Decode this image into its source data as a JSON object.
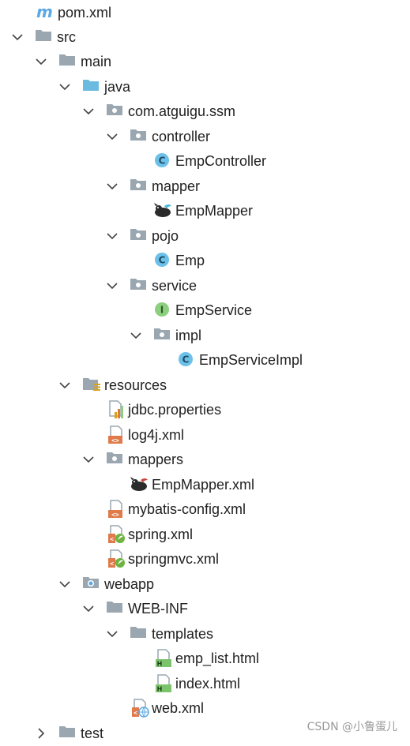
{
  "tree": {
    "items": [
      {
        "label": "pom.xml",
        "icon": "maven-pom-icon"
      },
      {
        "label": "src",
        "icon": "folder-icon"
      },
      {
        "label": "main",
        "icon": "folder-icon"
      },
      {
        "label": "java",
        "icon": "source-folder-icon"
      },
      {
        "label": "com.atguigu.ssm",
        "icon": "package-icon"
      },
      {
        "label": "controller",
        "icon": "package-icon"
      },
      {
        "label": "EmpController",
        "icon": "class-icon"
      },
      {
        "label": "mapper",
        "icon": "package-icon"
      },
      {
        "label": "EmpMapper",
        "icon": "mybatis-mapper-icon"
      },
      {
        "label": "pojo",
        "icon": "package-icon"
      },
      {
        "label": "Emp",
        "icon": "class-icon"
      },
      {
        "label": "service",
        "icon": "package-icon"
      },
      {
        "label": "EmpService",
        "icon": "interface-icon"
      },
      {
        "label": "impl",
        "icon": "package-icon"
      },
      {
        "label": "EmpServiceImpl",
        "icon": "class-icon"
      },
      {
        "label": "resources",
        "icon": "resources-folder-icon"
      },
      {
        "label": "jdbc.properties",
        "icon": "properties-file-icon"
      },
      {
        "label": "log4j.xml",
        "icon": "xml-file-icon"
      },
      {
        "label": "mappers",
        "icon": "package-icon"
      },
      {
        "label": "EmpMapper.xml",
        "icon": "mybatis-xml-icon"
      },
      {
        "label": "mybatis-config.xml",
        "icon": "xml-file-icon"
      },
      {
        "label": "spring.xml",
        "icon": "spring-xml-icon"
      },
      {
        "label": "springmvc.xml",
        "icon": "spring-xml-icon"
      },
      {
        "label": "webapp",
        "icon": "web-folder-icon"
      },
      {
        "label": "WEB-INF",
        "icon": "folder-icon"
      },
      {
        "label": "templates",
        "icon": "folder-icon"
      },
      {
        "label": "emp_list.html",
        "icon": "html-file-icon"
      },
      {
        "label": "index.html",
        "icon": "html-file-icon"
      },
      {
        "label": "web.xml",
        "icon": "web-xml-icon"
      },
      {
        "label": "test",
        "icon": "folder-icon"
      }
    ]
  },
  "watermark": "CSDN @小鲁蛋儿"
}
